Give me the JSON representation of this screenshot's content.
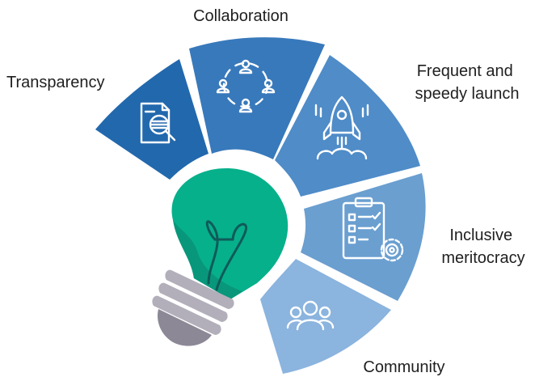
{
  "colors": {
    "transparency": "#2268ad",
    "collaboration": "#3879bb",
    "launch": "#4f8cc8",
    "meritocracy": "#6a9fd0",
    "community": "#8bb4de",
    "bulb_glass": "#06b08b",
    "bulb_glass_dark": "#08977a",
    "filament": "#0f5b5a",
    "bulb_base": "#b2afba",
    "bulb_base_dark": "#8c8896"
  },
  "segments": [
    {
      "id": "transparency",
      "label_lines": [
        "Transparency"
      ],
      "icon": "document-search-icon"
    },
    {
      "id": "collaboration",
      "label_lines": [
        "Collaboration"
      ],
      "icon": "people-network-icon"
    },
    {
      "id": "launch",
      "label_lines": [
        "Frequent and",
        "speedy launch"
      ],
      "icon": "rocket-icon"
    },
    {
      "id": "meritocracy",
      "label_lines": [
        "Inclusive",
        "meritocracy"
      ],
      "icon": "checklist-gear-icon"
    },
    {
      "id": "community",
      "label_lines": [
        "Community"
      ],
      "icon": "group-icon"
    }
  ]
}
